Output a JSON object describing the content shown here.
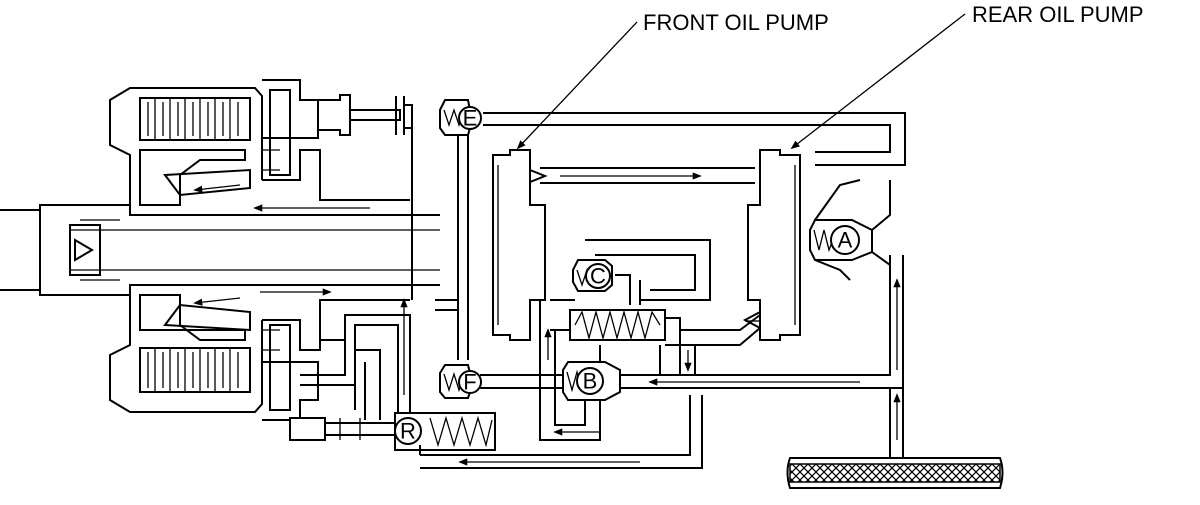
{
  "labels": {
    "front_oil_pump": "FRONT OIL PUMP",
    "rear_oil_pump": "REAR OIL PUMP"
  },
  "valves": {
    "A": "A",
    "B": "B",
    "C": "C",
    "E": "E",
    "F": "F",
    "R": "R"
  },
  "colors": {
    "line": "#000000",
    "background": "#ffffff"
  }
}
